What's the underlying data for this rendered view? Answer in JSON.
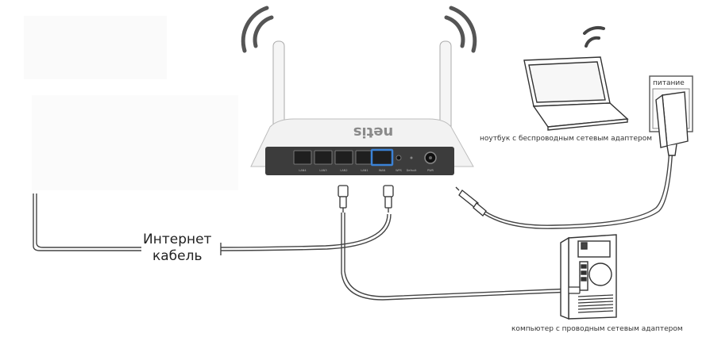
{
  "diagram": {
    "brand": "netis",
    "internet_cable_label_line1": "Интернет",
    "internet_cable_label_line2": "кабель",
    "laptop_label": "ноутбук с беспроводным сетевым адаптером",
    "pc_label": "компьютер с проводным сетевым адаптером",
    "power_label": "питание",
    "router_ports": [
      "LAN4",
      "LAN3",
      "LAN2",
      "LAN1",
      "WAN",
      "WPS",
      "Default",
      "PWR"
    ],
    "colors": {
      "wan_port": "#3b82d6",
      "router_body": "#f2f2f2",
      "router_panel": "#3c3c3c",
      "line": "#444444"
    }
  }
}
